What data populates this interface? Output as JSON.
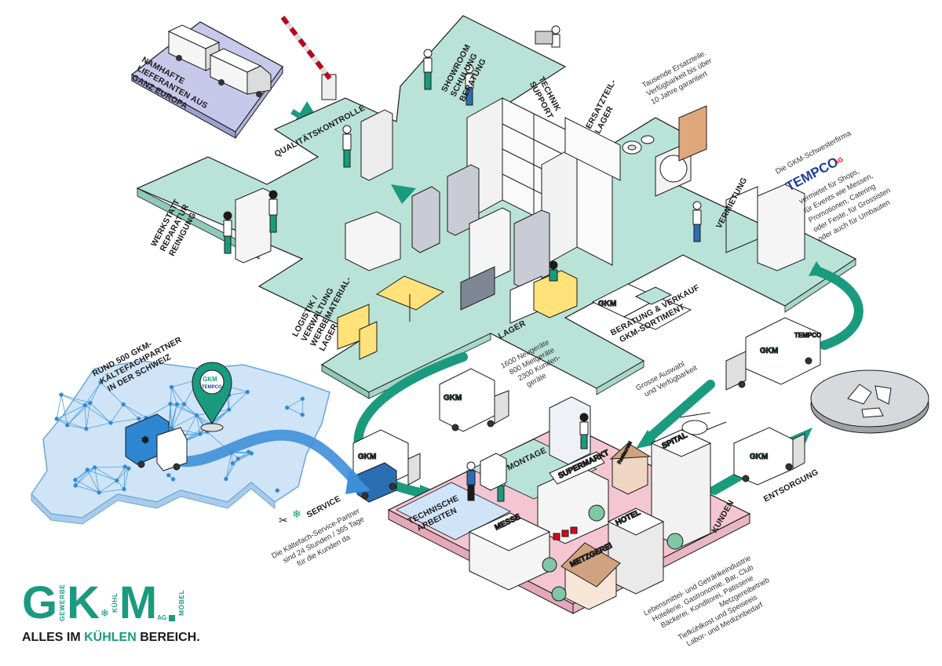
{
  "labels": {
    "lieferanten": [
      "NAMHAFTE",
      "LIEFERANTEN AUS",
      "GANZ EUROPA"
    ],
    "showroom": [
      "SHOWROOM",
      "SCHULUNG",
      "BERATUNG"
    ],
    "technik": [
      "TECHNIK",
      "SUPPORT"
    ],
    "qualitaet": "QUALITÄTSKONTROLLE",
    "ersatzteil": [
      "ERSATZTEIL-",
      "LAGER"
    ],
    "werkstatt": [
      "WERKSTATT",
      "REPARATUR",
      "REINIGUNG"
    ],
    "vermietung": "VERMIETUNG",
    "logistik": [
      "LOGISTIK /",
      "VERWALTUNG",
      "WERBEMATERIAL-",
      "LAGER"
    ],
    "lager": "LAGER",
    "beratung": [
      "BERATUNG & VERKAUF",
      "GKM-SORTIMENT"
    ],
    "partner": [
      "RUND 500 GKM-",
      "KÄLTEFACHPARTNER",
      "IN DER SCHWEIZ"
    ],
    "montage": "MONTAGE",
    "technische": [
      "TECHNISCHE",
      "ARBEITEN"
    ],
    "entsorgung": "ENTSORGUNG",
    "kunden": "KUNDEN",
    "service": "SERVICE"
  },
  "notes": {
    "ersatzteile": [
      "Tausende Ersatzteile.",
      "Verfügbarkeit bis über",
      "10 Jahre garantiert"
    ],
    "tempco": [
      "Die GKM-Schwesterfirma",
      "vermietet für Shops,",
      "für Events wie Messen,",
      "Promotionen, Catering",
      "oder Feste, für Grossisten",
      "oder auch für Umbauten"
    ],
    "geraete": [
      "1600 Neugeräte",
      "800 Mietgeräte",
      "2300 Kunden-",
      "geräte"
    ],
    "auswahl": [
      "Grosse Auswahl",
      "und Verfügbarkeit"
    ],
    "service": [
      "Die Kältefach-Service-Partner",
      "sind 24 Stunden / 365 Tage",
      "für die Kunden da"
    ],
    "kunden": [
      "Lebensmittel- und Getränkeindustrie",
      "Hotellerie, Gastronomie, Bar, Club",
      "Bäckerei, Konditorei, Patisserie",
      "Metzgereibetrieb",
      "Tiefkühlkost und Speiseeis",
      "Labor- und Medizinbedarf"
    ]
  },
  "buildings": {
    "messe": "MESSE",
    "supermarkt": "SUPERMARKT",
    "restaurant": "Restaurant",
    "spital": "SPITAL",
    "hotel": "HOTEL",
    "metzgerei": "METZGEREI"
  },
  "brand": {
    "tempco": "TEMPCO",
    "tempco_ag": "AG",
    "truck_mark": "GKM",
    "pin_mark": "GKM",
    "pin_sub": "TEMPCO",
    "book_mark": "GKM"
  },
  "logo": {
    "g": "G",
    "gewerbe": "GEWERBE",
    "k": "K",
    "kuehl": "KÜHL",
    "m": "M",
    "moebel": "MÖBEL",
    "ag": "AG",
    "slogan_a": "ALLES IM ",
    "slogan_b": "KÜHLEN",
    "slogan_c": " BEREICH."
  },
  "colors": {
    "green": "#1a9a7e",
    "floor_mint": "#b9e3d6",
    "supplier_lavender": "#c8c8ea",
    "customer_pink": "#f4c6d4",
    "network_blue": "#cfe4f7",
    "tempco_red": "#e2001a"
  },
  "icons": [
    "recycling-icon",
    "location-pin-icon",
    "tools-icon",
    "snowflake-icon",
    "helicopter-icon"
  ]
}
